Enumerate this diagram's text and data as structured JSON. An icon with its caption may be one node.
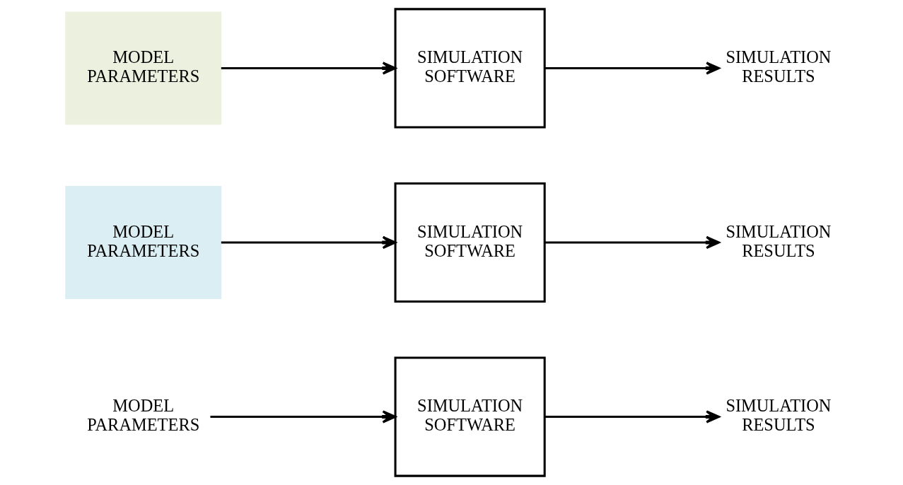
{
  "diagram": {
    "nodes": [
      {
        "text": [
          "MODEL PARAMETERS"
        ]
      },
      {
        "text": [
          "SIMULATION SOFTWARE"
        ]
      },
      {
        "text": [
          "SIMULATION RESULTS"
        ]
      },
      {
        "text": [
          "MODEL PARAMETERS"
        ]
      },
      {
        "text": [
          "SIMULATION SOFTWARE"
        ]
      },
      {
        "text": [
          "SIMULATION RESULTS"
        ]
      },
      {
        "text": [
          "MODEL PARAMETERS"
        ]
      },
      {
        "text": [
          "SIMULATION SOFTWARE"
        ]
      },
      {
        "text": [
          "SIMULATION RESULTS"
        ]
      }
    ],
    "edges": [
      {
        "from": 0,
        "to": 1,
        "arrow": "to"
      },
      {
        "from": 1,
        "to": 2,
        "arrow": "to"
      },
      {
        "from": 3,
        "to": 4,
        "arrow": "to"
      },
      {
        "from": 4,
        "to": 5,
        "arrow": "to"
      },
      {
        "from": 6,
        "to": 7,
        "arrow": "to"
      },
      {
        "from": 7,
        "to": 8,
        "arrow": "to"
      }
    ]
  }
}
